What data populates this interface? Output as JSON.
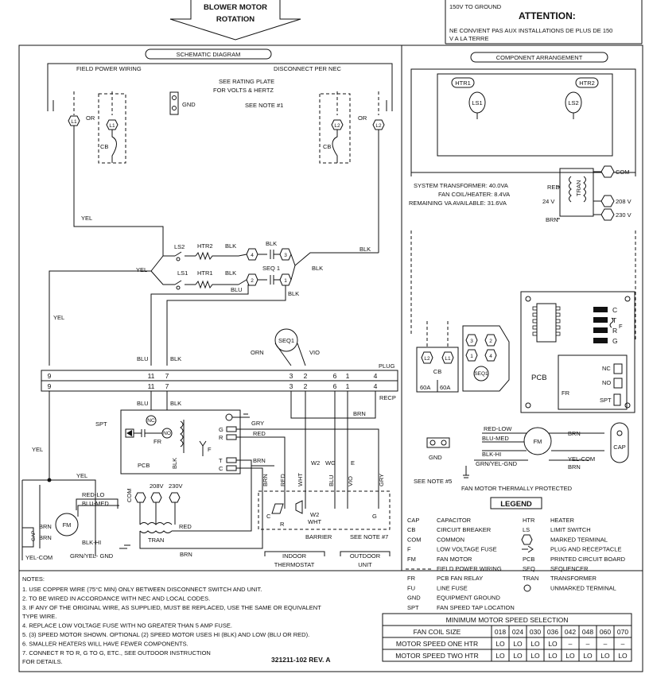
{
  "header": {
    "blower_rotation": [
      "BLOWER MOTOR",
      "ROTATION"
    ],
    "voltage_note": "150V TO GROUND",
    "attention": "ATTENTION:",
    "attention_fr": [
      "NE CONVIENT PAS AUX INSTALLATIONS DE PLUS DE 150",
      "V A LA TERRE"
    ]
  },
  "schematic": {
    "title": "SCHEMATIC DIAGRAM",
    "field_power": "FIELD POWER WIRING",
    "disconnect": "DISCONNECT PER NEC",
    "rating_plate": [
      "SEE RATING PLATE",
      "FOR VOLTS & HERTZ"
    ],
    "see_note1": "SEE NOTE #1",
    "gnd": "GND",
    "or": "OR",
    "cb": "CB",
    "l1": "L1",
    "l2": "L2",
    "yel": "YEL",
    "blk": "BLK",
    "blu": "BLU",
    "ls2": "LS2",
    "ls1": "LS1",
    "htr2": "HTR2",
    "htr1": "HTR1",
    "seq1": "SEQ 1",
    "seq1b": "SEQ1",
    "orn": "ORN",
    "vio": "VIO",
    "plug": "PLUG",
    "recp": "RECP",
    "plug_pins": [
      "9",
      "11",
      "7",
      "3",
      "2",
      "6",
      "1",
      "4"
    ],
    "spt": "SPT",
    "nc": "NC",
    "no": "NO",
    "fr": "FR",
    "pcb": "PCB",
    "gry": "GRY",
    "red": "RED",
    "brn": "BRN",
    "wht": "WHT",
    "board_g": "G",
    "board_r": "R",
    "board_f": "F",
    "board_t1": "T",
    "board_c": "C",
    "com": "COM",
    "v208": "208V",
    "v230": "230V",
    "tran": "TRAN",
    "red_lo": "RED-LO",
    "blu_med": "BLU-MED",
    "blk_hi": "BLK-HI",
    "grn_yel_gnd": "GRN/YEL- GND",
    "yel_com": "YEL-COM",
    "cap": "CAP",
    "fm": "FM",
    "w2": "W2",
    "w2b": "W2",
    "wg": "WG",
    "e": "E",
    "c": "C",
    "r": "R",
    "barrier": "BARRIER",
    "see_note7": "SEE NOTE #7",
    "indoor_thermostat": [
      "INDOOR",
      "THERMOSTAT"
    ],
    "outdoor_unit": [
      "OUTDOOR",
      "UNIT"
    ],
    "part_number": "321211-102 REV. A"
  },
  "component_arrangement": {
    "title": "COMPONENT ARRANGEMENT",
    "htr1": "HTR1",
    "htr2": "HTR2",
    "ls1": "LS1",
    "ls2": "LS2",
    "system_transformer": "SYSTEM TRANSFORMER: 40.0VA",
    "fan_coil_heater": "FAN COIL/HEATER: 8.4VA",
    "remaining_va": "REMAINING VA AVAILABLE: 31.6VA",
    "red": "RED",
    "v24": "24 V",
    "brn": "BRN",
    "tran": "TRAN",
    "com": "COM",
    "v208": "208 V",
    "v230": "230 V",
    "l2": "L2",
    "l1": "L1",
    "cb": "CB",
    "a60": "60A",
    "seq1": "SEQ1",
    "seq_pins": [
      "3",
      "2",
      "1",
      "4"
    ],
    "pcb": "PCB",
    "board_pins": [
      "C",
      "T",
      "R",
      "G"
    ],
    "board_f": "F",
    "nc": "NC",
    "no": "NO",
    "fr": "FR",
    "spt": "SPT",
    "red_low": "RED-LOW",
    "blu_med": "BLU-MED",
    "blk_hi": "BLK-HI",
    "grn_yel_gnd": "GRN/YEL-GND",
    "brn2": "BRN",
    "yel_com": "YEL-COM",
    "brn3": "BRN",
    "fm": "FM",
    "gnd": "GND",
    "cap": "CAP",
    "see_note5": "SEE NOTE #5",
    "fan_motor_protected": "FAN MOTOR THERMALLY PROTECTED"
  },
  "legend": {
    "title": "LEGEND",
    "left": [
      {
        "code": "CAP",
        "desc": "CAPACITOR"
      },
      {
        "code": "CB",
        "desc": "CIRCUIT BREAKER"
      },
      {
        "code": "COM",
        "desc": "COMMON"
      },
      {
        "code": "F",
        "desc": "LOW VOLTAGE FUSE"
      },
      {
        "code": "FM",
        "desc": "FAN MOTOR"
      },
      {
        "code": "",
        "desc": "FIELD POWER WIRING"
      },
      {
        "code": "FR",
        "desc": "PCB FAN RELAY"
      },
      {
        "code": "FU",
        "desc": "LINE FUSE"
      },
      {
        "code": "GND",
        "desc": "EQUIPMENT GROUND"
      },
      {
        "code": "SPT",
        "desc": "FAN SPEED TAP LOCATION"
      }
    ],
    "right": [
      {
        "code": "HTR",
        "desc": "HEATER"
      },
      {
        "code": "LS",
        "desc": "LIMIT SWITCH"
      },
      {
        "code": "",
        "desc": "MARKED TERMINAL"
      },
      {
        "code": "",
        "desc": "PLUG AND RECEPTACLE"
      },
      {
        "code": "PCB",
        "desc": "PRINTED CIRCUIT BOARD"
      },
      {
        "code": "SEQ",
        "desc": "SEQUENCER"
      },
      {
        "code": "TRAN",
        "desc": "TRANSFORMER"
      },
      {
        "code": "",
        "desc": "UNMARKED TERMINAL"
      }
    ]
  },
  "notes": {
    "title": "NOTES:",
    "lines": [
      "1.  USE COPPER WIRE (75°C MIN) ONLY BETWEEN DISCONNECT SWITCH AND UNIT.",
      "2.  TO BE WIRED IN ACCORDANCE WITH NEC AND LOCAL CODES.",
      "3.  IF ANY OF THE ORIGINAL WIRE, AS SUPPLIED, MUST BE REPLACED, USE THE SAME OR EQUIVALENT",
      "     TYPE WIRE.",
      "4.  REPLACE LOW VOLTAGE FUSE WITH NO GREATER THAN 5 AMP FUSE.",
      "5.  (3) SPEED MOTOR SHOWN. OPTIONAL (2) SPEED MOTOR USES HI (BLK) AND LOW (BLU OR RED).",
      "6.  SMALLER HEATERS WILL HAVE FEWER COMPONENTS.",
      "7.  CONNECT R TO R, G TO G, ETC., SEE OUTDOOR INSTRUCTION",
      "     FOR DETAILS."
    ]
  },
  "speed_table": {
    "title": "MINIMUM MOTOR SPEED SELECTION",
    "header_label": "FAN COIL SIZE",
    "sizes": [
      "018",
      "024",
      "030",
      "036",
      "042",
      "048",
      "060",
      "070"
    ],
    "rows": [
      {
        "label": "MOTOR SPEED ONE HTR",
        "values": [
          "LO",
          "LO",
          "LO",
          "LO",
          "–",
          "–",
          "–",
          "–"
        ]
      },
      {
        "label": "MOTOR SPEED TWO HTR",
        "values": [
          "LO",
          "LO",
          "LO",
          "LO",
          "LO",
          "LO",
          "LO",
          "LO"
        ]
      }
    ]
  }
}
